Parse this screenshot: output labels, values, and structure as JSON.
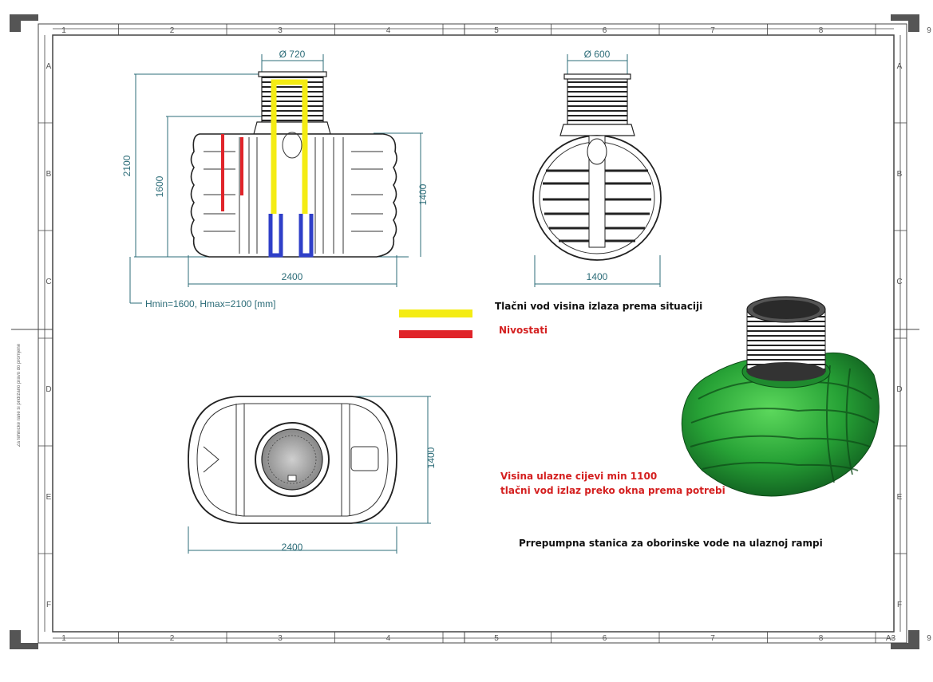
{
  "frame": {
    "columns": [
      "1",
      "2",
      "3",
      "4",
      "5",
      "6",
      "7",
      "8",
      "9"
    ],
    "rows": [
      "A",
      "B",
      "C",
      "D",
      "E",
      "F"
    ],
    "sheet_size": "A3",
    "side_note": "Za tehnicke rane si pridržano pravo do promjene"
  },
  "side_view": {
    "shaft_diameter": "Ø 720",
    "height_total": "2100",
    "height_body": "1600",
    "height_right": "1400",
    "length": "2400",
    "range_note": "Hmin=1600, Hmax=2100 [mm]"
  },
  "end_view": {
    "shaft_diameter": "Ø 600",
    "width": "1400"
  },
  "top_view": {
    "length": "2400",
    "width": "1400"
  },
  "legend": {
    "items": [
      {
        "color": "#f4ec13",
        "label": "Tlačni vod visina izlaza prema situaciji"
      },
      {
        "color": "#e0242a",
        "label": "Nivostati"
      }
    ]
  },
  "notes": {
    "inlet_line1": "Visina ulazne cijevi min 1100",
    "inlet_line2": "tlačni vod izlaz preko okna prema potrebi",
    "caption": "Prrepumpna stanica za oborinske vode na ulaznoj rampi"
  },
  "colors": {
    "pipe_yellow": "#f4ec13",
    "pipe_blue": "#2f3fc8",
    "float_red": "#e0242a",
    "tank_green": "#2fa83a",
    "dimension_teal": "#2c6c78"
  }
}
